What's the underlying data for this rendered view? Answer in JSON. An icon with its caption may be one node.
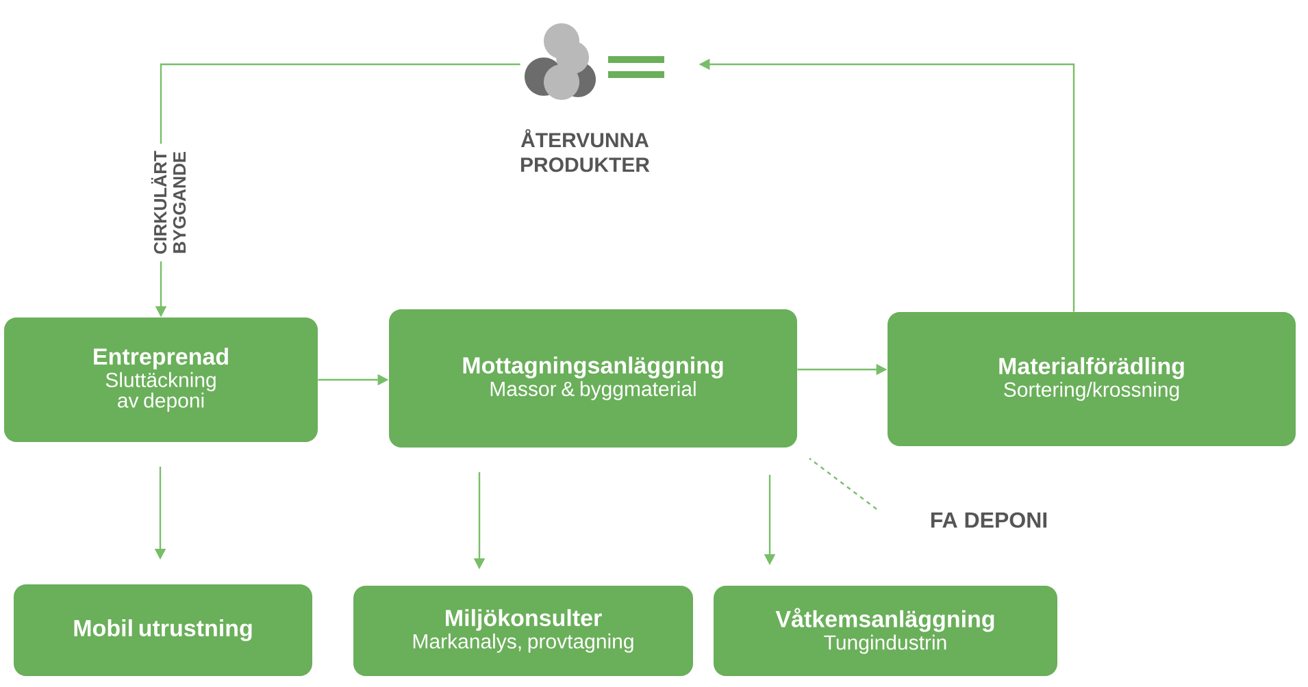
{
  "diagram": {
    "nodes": [
      {
        "text": [
          "Entreprenad",
          "Sluttäckning av deponi"
        ]
      },
      {
        "text": [
          "Mottagningsanläggning",
          "Massor & byggmaterial"
        ]
      },
      {
        "text": [
          "Materialförädling",
          "Sortering/krossning"
        ]
      },
      {
        "text": [
          "Mobil utrustning"
        ]
      },
      {
        "text": [
          "Miljökonsulter",
          "Markanalys, provtagning"
        ]
      },
      {
        "text": [
          "Våtkemsanläggning",
          "Tungindustrin"
        ]
      },
      {
        "text": [],
        "shape": "picture",
        "beside": [
          "ÅTERVUNNA PRODUKTER"
        ]
      },
      {
        "text": [
          "FA DEPONI"
        ]
      }
    ],
    "edges": [
      {
        "from": 2,
        "to": 6,
        "arrow": "to"
      },
      {
        "from": 6,
        "to": 0,
        "arrow": "to",
        "label": "CIRKULÄRT BYGGANDE"
      },
      {
        "from": 0,
        "to": 1,
        "arrow": "to"
      },
      {
        "from": 1,
        "to": 2,
        "arrow": "to"
      },
      {
        "from": 0,
        "to": 3,
        "arrow": "to"
      },
      {
        "from": 1,
        "to": 4,
        "arrow": "to"
      },
      {
        "from": 1,
        "to": 5,
        "arrow": "to"
      },
      {
        "from": 7,
        "to": 1,
        "arrow": "none",
        "style": "dashed"
      }
    ]
  }
}
